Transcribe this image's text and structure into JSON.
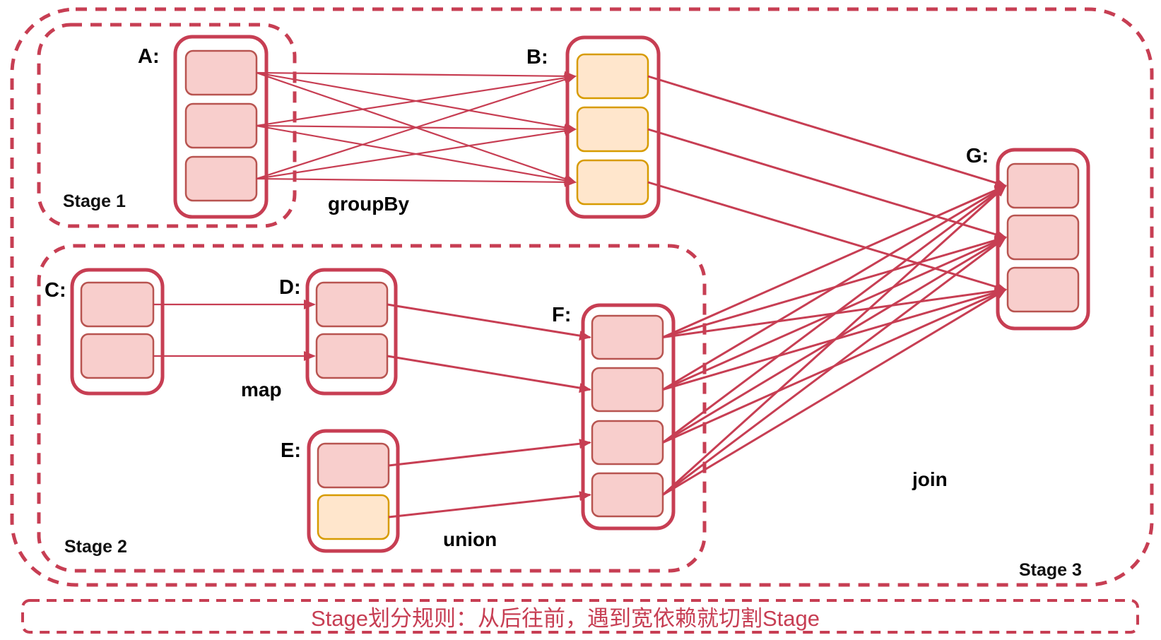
{
  "caption": {
    "text": "Stage划分规则：从后往前，遇到宽依赖就切割Stage"
  },
  "stages": {
    "stage1": {
      "label": "Stage 1"
    },
    "stage2": {
      "label": "Stage 2"
    },
    "stage3": {
      "label": "Stage 3"
    }
  },
  "operations": {
    "groupBy": {
      "label": "groupBy"
    },
    "map": {
      "label": "map"
    },
    "union": {
      "label": "union"
    },
    "join": {
      "label": "join"
    }
  },
  "rdds": {
    "A": {
      "label": "A:",
      "partitions": [
        "pink",
        "pink",
        "pink"
      ]
    },
    "B": {
      "label": "B:",
      "partitions": [
        "orange",
        "orange",
        "orange"
      ]
    },
    "C": {
      "label": "C:",
      "partitions": [
        "pink",
        "pink"
      ]
    },
    "D": {
      "label": "D:",
      "partitions": [
        "pink",
        "pink"
      ]
    },
    "E": {
      "label": "E:",
      "partitions": [
        "pink",
        "orange"
      ]
    },
    "F": {
      "label": "F:",
      "partitions": [
        "pink",
        "pink",
        "pink",
        "pink"
      ]
    },
    "G": {
      "label": "G:",
      "partitions": [
        "pink",
        "pink",
        "pink"
      ]
    }
  },
  "edges": [
    {
      "op": "groupBy",
      "from": "A",
      "to": "B",
      "pattern": "all-to-all"
    },
    {
      "op": "map",
      "from": "C",
      "to": "D",
      "pattern": "one-to-one"
    },
    {
      "op": "union",
      "from": "D",
      "to": "F",
      "pairs": [
        [
          0,
          0
        ],
        [
          1,
          1
        ]
      ]
    },
    {
      "op": "union",
      "from": "E",
      "to": "F",
      "pairs": [
        [
          0,
          2
        ],
        [
          1,
          3
        ]
      ]
    },
    {
      "op": "join",
      "from": "B",
      "to": "G",
      "pattern": "one-to-one"
    },
    {
      "op": "join",
      "from": "F",
      "to": "G",
      "pattern": "all-to-all"
    }
  ],
  "colors": {
    "accent": "#C73E53",
    "pink_fill": "#F8CECC",
    "pink_stroke": "#B85450",
    "orange_fill": "#FFE6CC",
    "orange_stroke": "#D79B00",
    "label_color": "#000000",
    "background": "#FFFFFF"
  }
}
